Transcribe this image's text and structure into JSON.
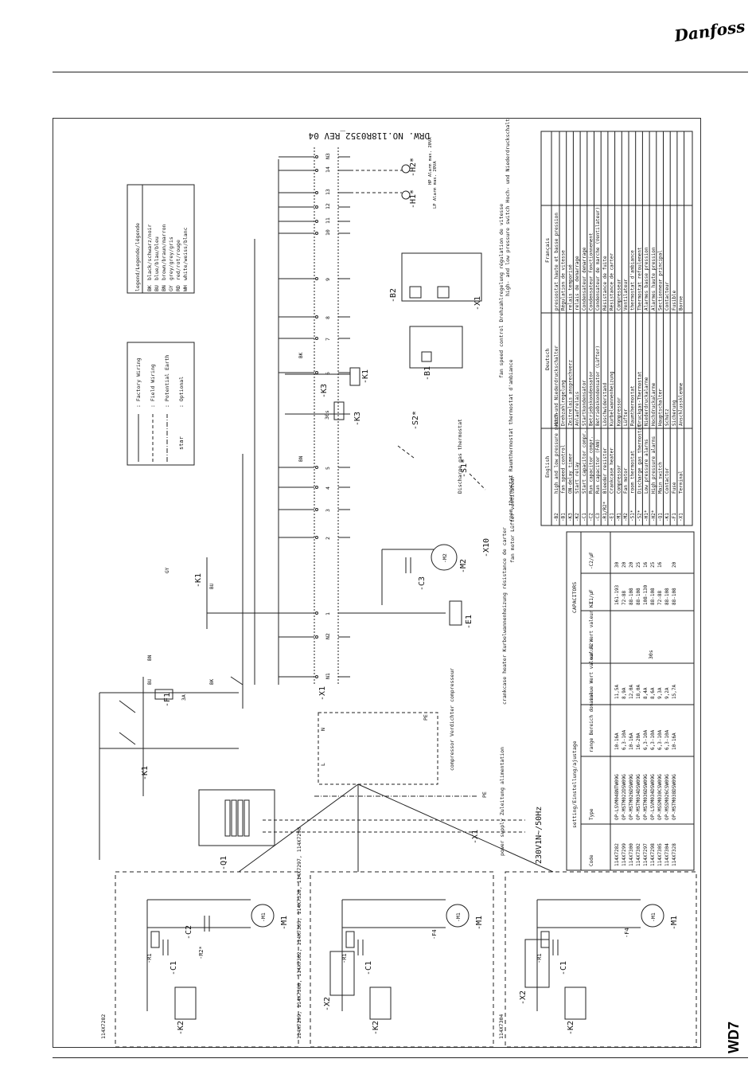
{
  "brand": "Danfoss",
  "drawing_number": "DRW. NO.118R0352_REV 04",
  "page_label": "WD7",
  "legend_colors": {
    "title": "legend/Legende/légende",
    "rows": [
      {
        "code": "BK",
        "text": "black/schwarz/noir"
      },
      {
        "code": "BU",
        "text": "blue/blau/bleu"
      },
      {
        "code": "BN",
        "text": "brown/braun/marron"
      },
      {
        "code": "GY",
        "text": "grey/grey/gris"
      },
      {
        "code": "RD",
        "text": "red/rot/rouge"
      },
      {
        "code": "WH",
        "text": "white/weiss/blanc"
      }
    ]
  },
  "legend_wiring": [
    {
      "style": "solid",
      "text": ": Factory Wiring"
    },
    {
      "style": "dash",
      "text": ": Field Wiring"
    },
    {
      "style": "dashdot",
      "text": ": Potential Earth"
    },
    {
      "style": "star",
      "text": ": Optional"
    }
  ],
  "component_table": {
    "headers": [
      "English",
      "Deutsch",
      "Français"
    ],
    "rows": [
      [
        "-B2",
        "high and low pressure switch",
        "Hoch-und Niederdruckschalter",
        "pressostat haute et basse pression"
      ],
      [
        "-B1",
        "fan speed control",
        "Drehzahlregelung",
        "Régulation de vitesse"
      ],
      [
        "-K3",
        "ON-delay timer",
        "Zeitrelais ansprechverz",
        "relais temporisé"
      ],
      [
        "-K2",
        "Start relay",
        "Anlaufrelais",
        "relais de demarrage"
      ],
      [
        "-C1",
        "Start capacitor compr.",
        "Startkondensator",
        "Condensateur demarrage"
      ],
      [
        "-C2",
        "Run capacitor compr.",
        "Betriebskondensator",
        "Condensateur fonctionnement"
      ],
      [
        "-C3",
        "Run capacitor (FAN)",
        "Betriebskondensator (Lüfter)",
        "Condensateur de marche (Ventilateur)"
      ],
      [
        "-R1/R2*",
        "Bleeder resistor",
        "Löschwiderstand",
        "Résistance de fuite"
      ],
      [
        "-E1",
        "Crankcase heater",
        "Kurbelwannenheizung",
        "Résistance de carter"
      ],
      [
        "-M1",
        "Compressor",
        "Kompressor",
        "Compresseur"
      ],
      [
        "-M2",
        "Fan motor",
        "Lüfter",
        "Ventilateur"
      ],
      [
        "-S1*",
        "room thermostat",
        "Raumthermostat",
        "thermostat d'ambiance"
      ],
      [
        "-S2*",
        "Discharge gas thermostat",
        "Druckgas-Thermostat",
        "Thermostat refoulement"
      ],
      [
        "-H1*",
        "Low pressure alarms",
        "Niederdruckalarme",
        "Alarmes basse pression"
      ],
      [
        "-H2*",
        "High pressure alarms",
        "Hochdruckalarme",
        "Alarmes haute pression"
      ],
      [
        "-Q1",
        "Main switch",
        "Hauptschalter",
        "Sectionneur principal"
      ],
      [
        "-K1",
        "Contactor",
        "Schütz",
        "Contacteur"
      ],
      [
        "-F1",
        "Fuse",
        "Sicherung",
        "Fusible"
      ],
      [
        "-X1",
        "Terminal",
        "Anschlussklemme",
        "Borne"
      ]
    ]
  },
  "settings_table": {
    "title": "setting/Einstellung/ajustage",
    "capacitors_title": "CAPACITORS",
    "headers": [
      "Code",
      "Type",
      "range Bereich domaine",
      "value Wert valeur F2",
      "value Wert valeur K3",
      "-C1/µF",
      "-C2/µF"
    ],
    "k3_value": "30s",
    "rows": [
      [
        "114X7282",
        "OP-LSVM048NTW09G",
        "10-16A",
        "11,5A",
        "161-193",
        "30"
      ],
      [
        "114X7299",
        "OP-MSTM022DSW09G",
        "6,3-10A",
        "8,9A",
        "72-88",
        "20"
      ],
      [
        "114X7300",
        "OP-MSTM026DSW09G",
        "10-16A",
        "12,0A",
        "88-108",
        "20"
      ],
      [
        "114X7302",
        "OP-MSTM034DSW09G",
        "16-20A",
        "18,0A",
        "88-108",
        "25"
      ],
      [
        "114X7297",
        "OP-MSTM036DSW09G",
        "6,3-10A",
        "8,4A",
        "108-130",
        "16"
      ],
      [
        "114X7298",
        "OP-LSVM034DSW09G",
        "6,3-10A",
        "8,6A",
        "88-108",
        "25"
      ],
      [
        "114X7305",
        "OP-MSSM030CSW09G",
        "6,3-10A",
        "9,3A",
        "72-88",
        "16"
      ],
      [
        "114X7304",
        "OP-MSSM026CSW09G",
        "6,3-10A",
        "9,2A",
        "88-108",
        ""
      ],
      [
        "114X7328",
        "OP-MSTM038DSW09G",
        "10-16A",
        "15,7A",
        "88-108",
        "20"
      ]
    ]
  },
  "labels": {
    "power_supply": "power supply Zuleitung alimentation",
    "voltage": "230V1N~/50Hz",
    "compressor": "compressor Verdichter compresseur",
    "crankcase": "crankcase heater Kurbelwannenheizung résistance de carter",
    "fan_motor": "fan motor Lüfter ventilateur",
    "room_thermostat": "room thermostat Raumthermostat thermostat d'ambiance",
    "discharge_gas": "Discharge gas thermostat",
    "fan_speed": "fan speed control Drehzahlregelung régulation de vitesse",
    "pressure_switch": "high- and low pressure switch Hoch- und Niederdruckschalter pressostat haute et basse pression",
    "lp_alarm": "LP Alarm max. 20VA",
    "hp_alarm": "HP Alarm max. 20VA",
    "box1_code": "114X7282",
    "box2_code": "114X7299, 114X7300, 114X7302, 114X7305, 114X7328, 114X7297, 114X7298",
    "box3_code": "114X7304"
  },
  "terminals": [
    "N3",
    "14",
    "13",
    "12",
    "11",
    "10",
    "9",
    "8",
    "7",
    "6",
    "5",
    "4",
    "3",
    "2",
    "1",
    "N2",
    "N1"
  ],
  "component_ids": {
    "q1": "-Q1",
    "k1": "-K1",
    "f1": "-F1",
    "f1_rating": "3A",
    "x1": "-X1",
    "x1b": "-X1",
    "x1c": "-X1",
    "e1": "-E1",
    "c3": "-C3",
    "m2": "-M2",
    "x10": "-X10",
    "s1": "-S1*",
    "s2": "-S2*",
    "k3": "-K3",
    "k3b": "-K3",
    "k3_delay": "30s",
    "k1b": "-K1",
    "b1": "-B1",
    "b2": "-B2",
    "h1": "-H1*",
    "h2": "-H2*",
    "m1": "-M1",
    "k2": "-K2",
    "c1": "-C1",
    "c2": "-C2",
    "r1": "-R1",
    "r2": "-R2*",
    "x2": "-X2",
    "f4": "-F4",
    "pe": "PE",
    "l": "L",
    "n": "N"
  },
  "wire_codes": [
    "BU",
    "BN",
    "BK",
    "GY"
  ]
}
